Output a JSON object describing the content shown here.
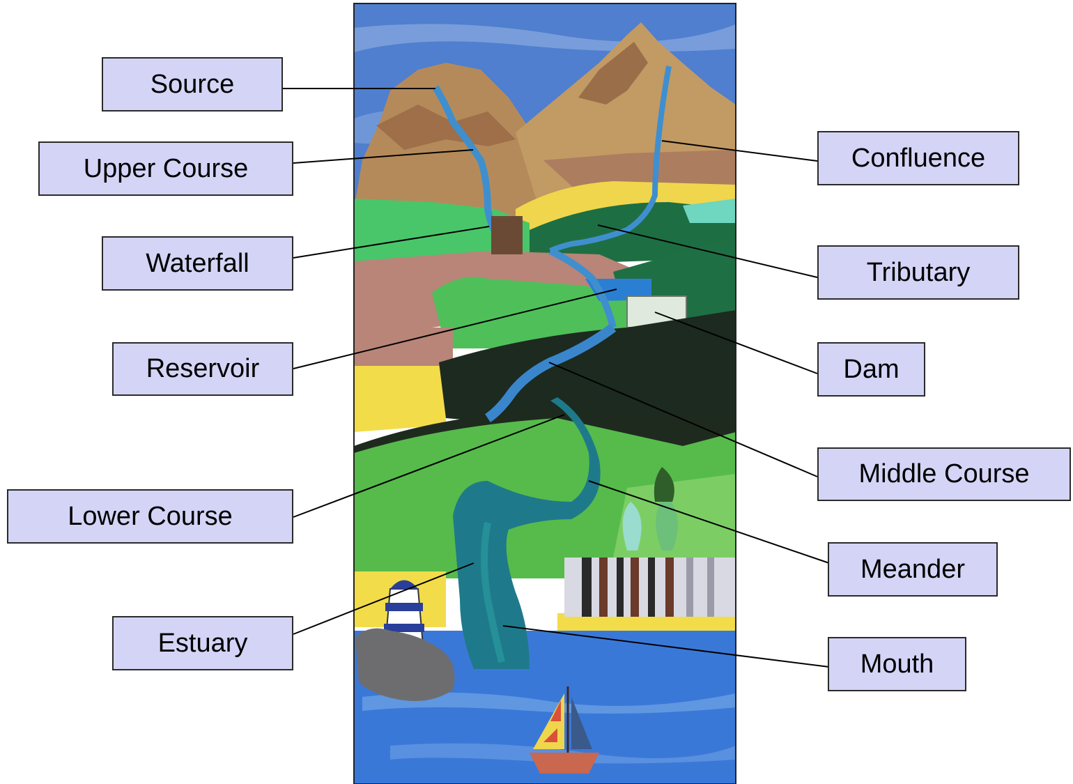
{
  "labels": {
    "source": "Source",
    "upper_course": "Upper Course",
    "waterfall": "Waterfall",
    "reservoir": "Reservoir",
    "lower_course": "Lower Course",
    "estuary": "Estuary",
    "confluence": "Confluence",
    "tributary": "Tributary",
    "dam": "Dam",
    "middle_course": "Middle Course",
    "meander": "Meander",
    "mouth": "Mouth"
  },
  "colors": {
    "label_fill": "#d4d4f6",
    "label_border": "#2a2a2a",
    "sky": "#4f7fce",
    "mountain": "#b58a5a",
    "river": "#3f8fcf",
    "grass": "#55b84f",
    "sea": "#3a78d8",
    "sand": "#f2dc4a"
  }
}
